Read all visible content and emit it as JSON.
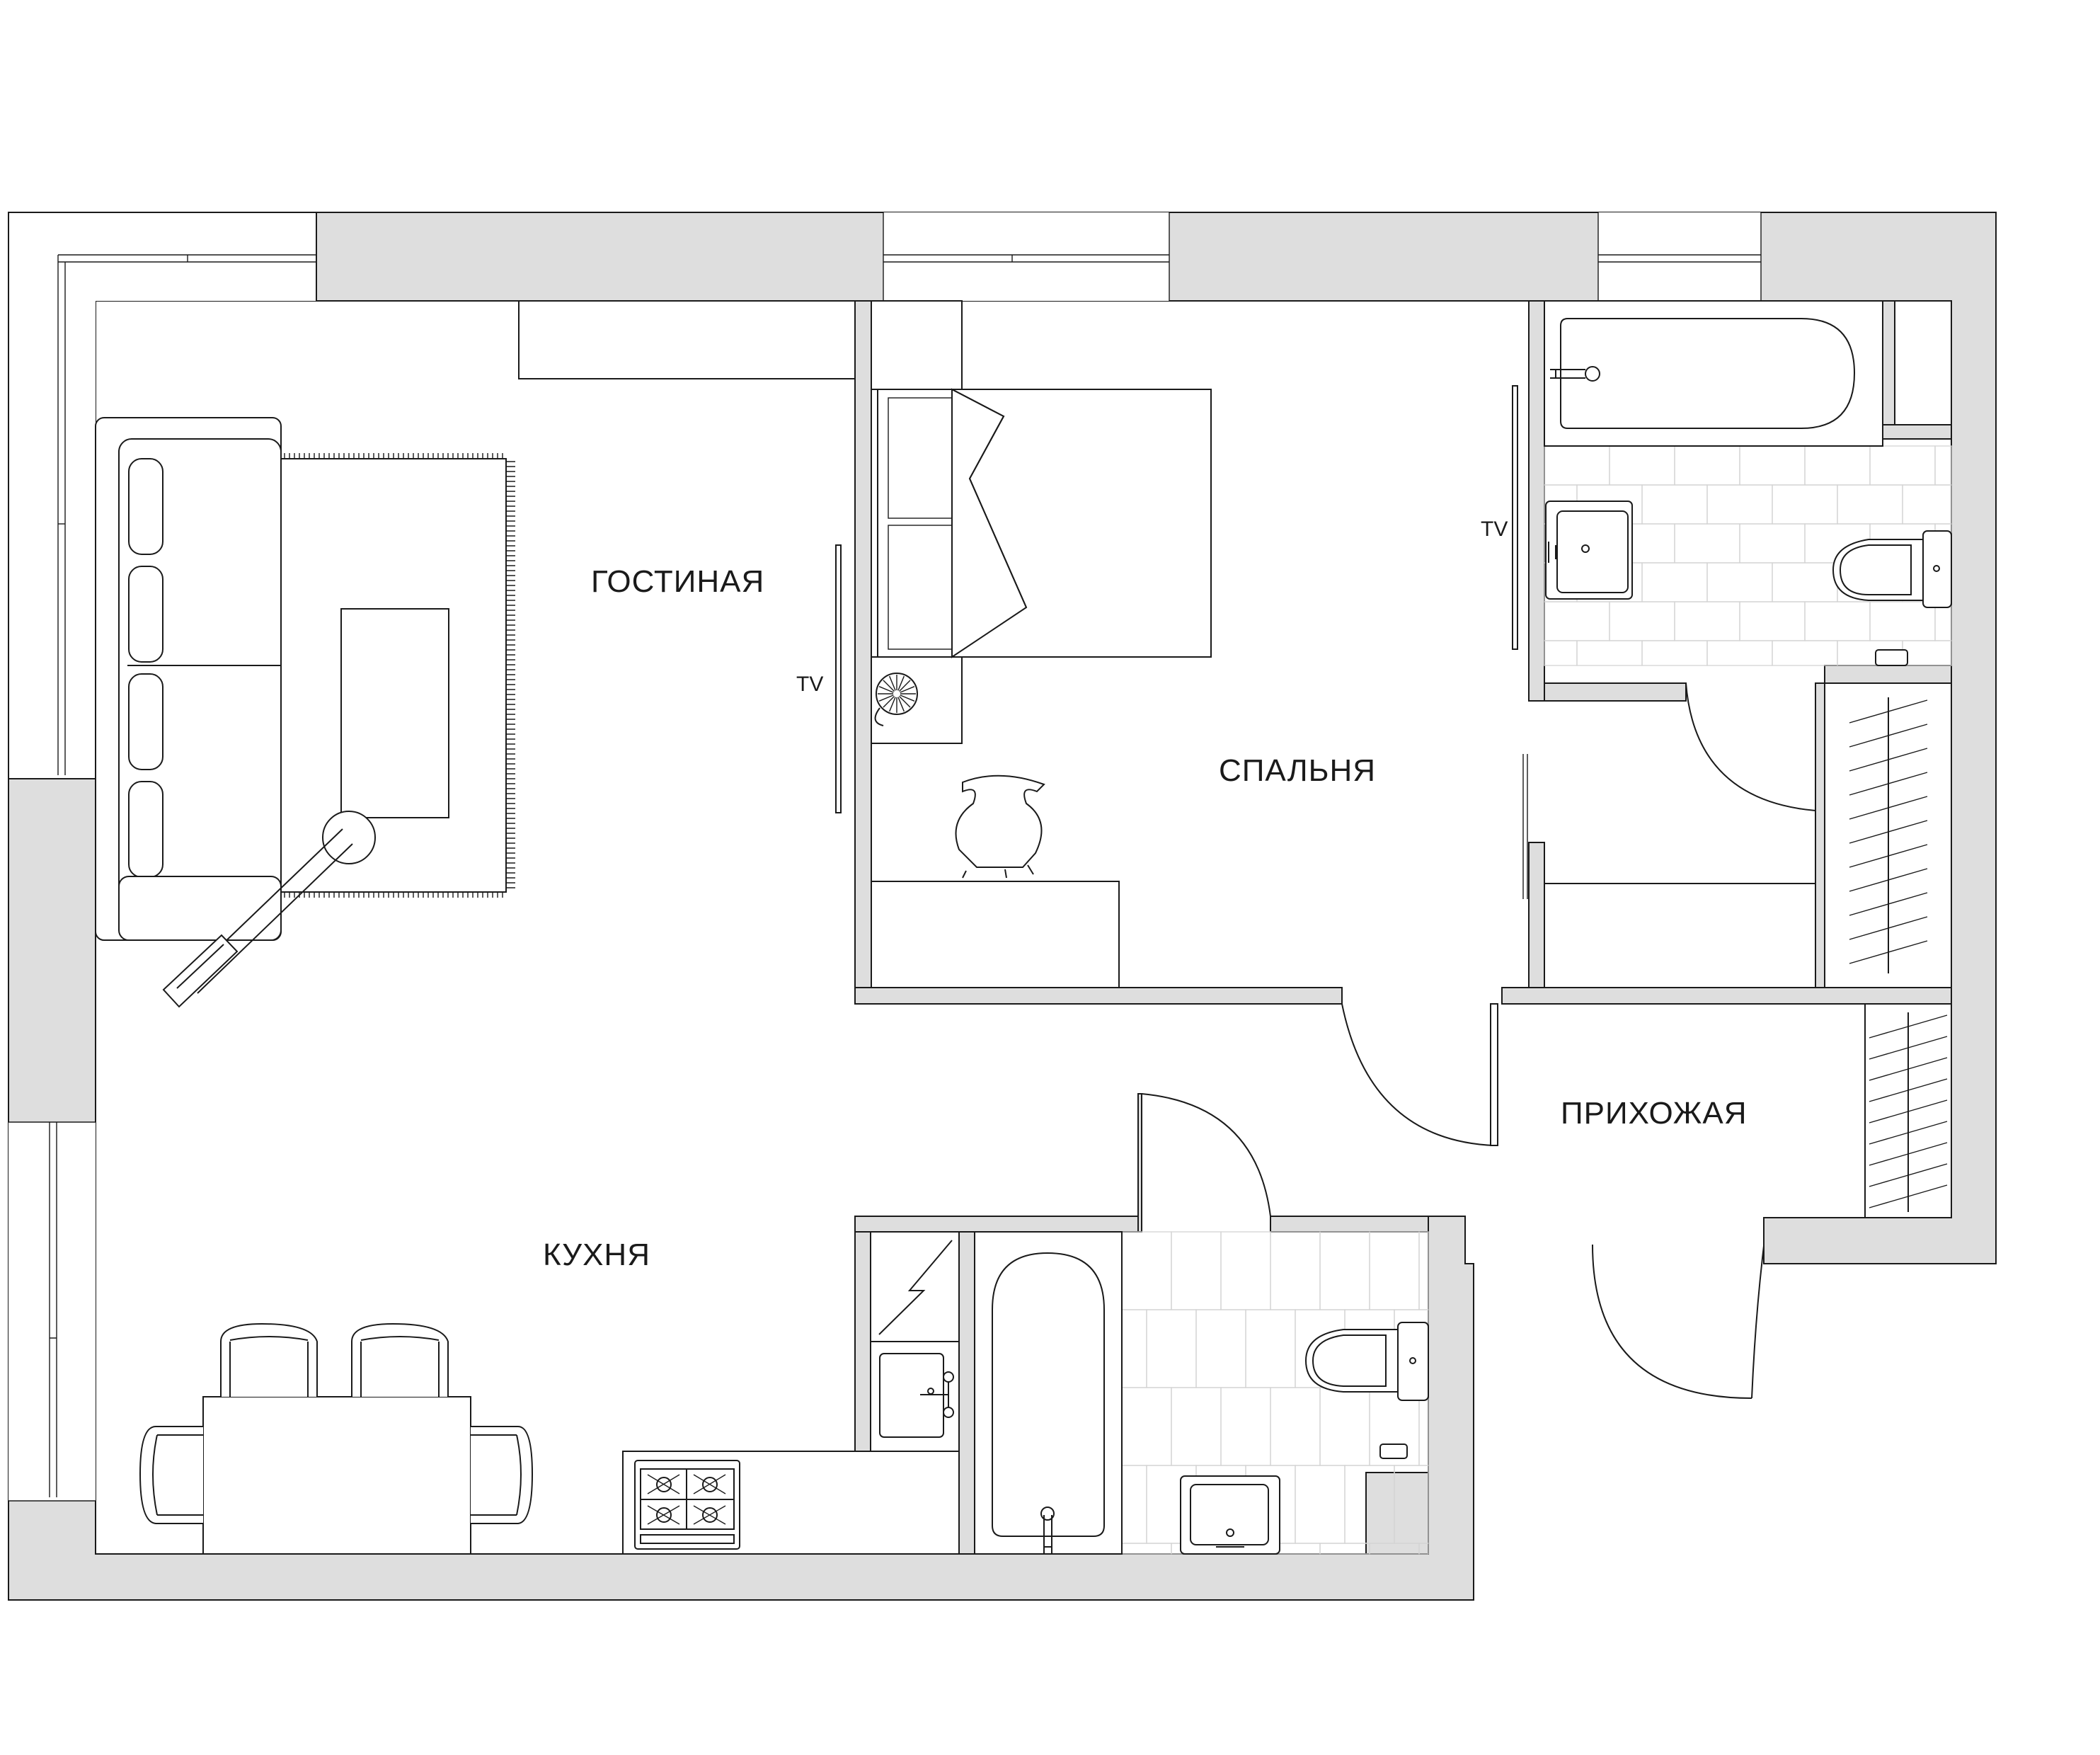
{
  "rooms": {
    "living_room": "ГОСТИНАЯ",
    "bedroom": "СПАЛЬНЯ",
    "hallway": "ПРИХОЖАЯ",
    "kitchen": "КУХНЯ"
  },
  "tv_labels": {
    "living_room_tv": "TV",
    "bedroom_tv": "TV"
  },
  "colors": {
    "wall_fill": "#dedede",
    "line": "#1a1a1a",
    "tile": "#d4d4d4"
  }
}
